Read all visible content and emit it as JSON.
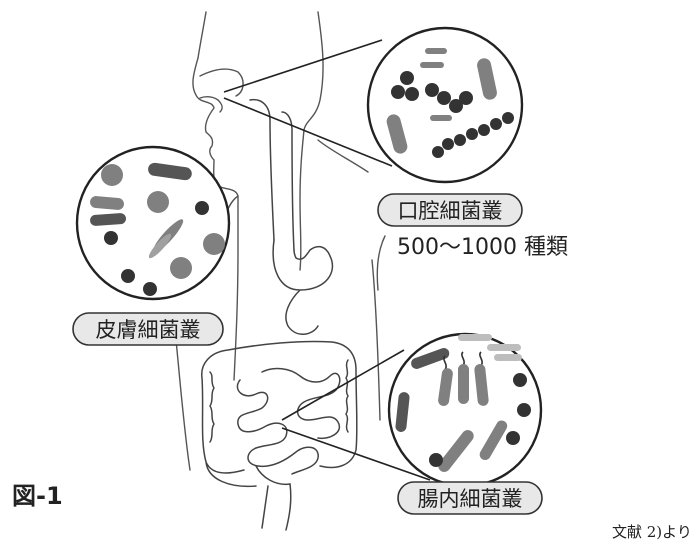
{
  "labels": {
    "oral": "口腔細菌叢",
    "oral_count": "500～1000 種類",
    "skin": "皮膚細菌叢",
    "gut": "腸内細菌叢"
  },
  "figure_label": "図-1",
  "source_note": "文献 2)より",
  "colors": {
    "dark_bacteria": "#333333",
    "mid_bacteria": "#808080",
    "light_bacteria": "#bdbdbd",
    "tag_fill": "#e8e8e8"
  }
}
